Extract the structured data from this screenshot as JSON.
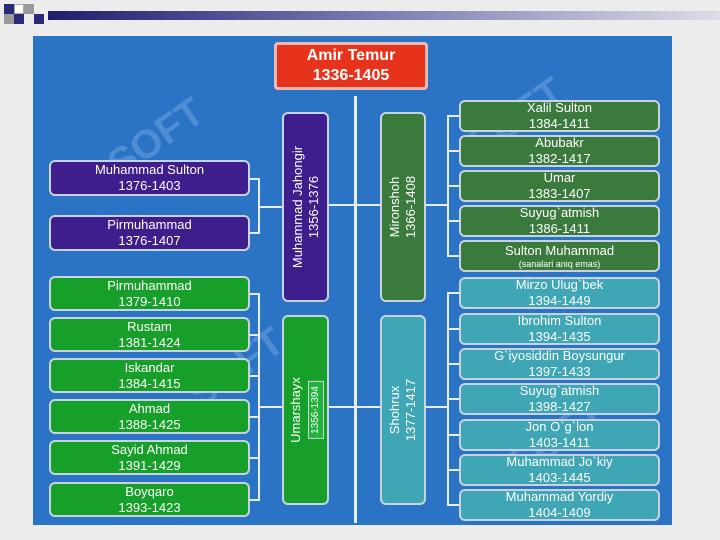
{
  "root": {
    "name": "Amir Temur",
    "years": "1336-1405"
  },
  "sons": {
    "jahongir": {
      "name": "Muhammad Jahongir",
      "years": "1356-1376"
    },
    "mironshoh": {
      "name": "Mironshoh",
      "years": "1366-1408"
    },
    "umarshayx": {
      "name": "Umarshayx",
      "years": "1356-1394"
    },
    "shohrux": {
      "name": "Shohrux",
      "years": "1377-1417"
    }
  },
  "jahongir_children": [
    {
      "name": "Muhammad  Sulton",
      "years": "1376-1403"
    },
    {
      "name": "Pirmuhammad",
      "years": "1376-1407"
    }
  ],
  "umarshayx_children": [
    {
      "name": "Pirmuhammad",
      "years": "1379-1410"
    },
    {
      "name": "Rustam",
      "years": "1381-1424"
    },
    {
      "name": "Iskandar",
      "years": "1384-1415"
    },
    {
      "name": "Ahmad",
      "years": "1388-1425"
    },
    {
      "name": "Sayid Ahmad",
      "years": "1391-1429"
    },
    {
      "name": "Boyqaro",
      "years": "1393-1423"
    }
  ],
  "mironshoh_children": [
    {
      "name": "Xalil Sulton",
      "years": "1384-1411"
    },
    {
      "name": "Abubakr",
      "years": "1382-1417"
    },
    {
      "name": "Umar",
      "years": "1383-1407"
    },
    {
      "name": "Suyug`atmish",
      "years": "1386-1411"
    },
    {
      "name": "Sulton Muhammad",
      "years": "(sanalari aniq emas)"
    }
  ],
  "shohrux_children": [
    {
      "name": "Mirzo Ulug`bek",
      "years": "1394-1449"
    },
    {
      "name": "Ibrohim Sulton",
      "years": "1394-1435"
    },
    {
      "name": "G`iyosiddin Boysungur",
      "years": "1397-1433"
    },
    {
      "name": "Suyug`atmish",
      "years": "1398-1427"
    },
    {
      "name": "Jon O`g`lon",
      "years": "1403-1411"
    },
    {
      "name": "Muhammad Jo`kiy",
      "years": "1403-1445"
    },
    {
      "name": "Muhammad Yordiy",
      "years": "1404-1409"
    }
  ],
  "watermark": "SOFT",
  "colors": {
    "background": "#2b73c4",
    "root": "#e8331c",
    "purple": "#3e1d8c",
    "dark_green": "#3a7a3c",
    "bright_green": "#16a02a",
    "teal": "#3fa6b5"
  }
}
